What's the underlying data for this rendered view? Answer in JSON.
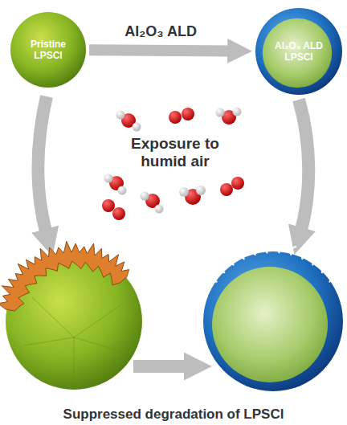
{
  "diagram": {
    "caption": "Suppressed degradation of LPSCl",
    "nodes": [
      {
        "text": [
          "Pristine LPSCl"
        ]
      },
      {
        "text": [
          "Al₂O₃ ALD LPSCl"
        ]
      }
    ],
    "edges": [
      {
        "from": 0,
        "to": 1,
        "label": "Al₂O₃ ALD",
        "arrow": "to"
      }
    ],
    "labels": [
      "Exposure to humid air"
    ]
  }
}
